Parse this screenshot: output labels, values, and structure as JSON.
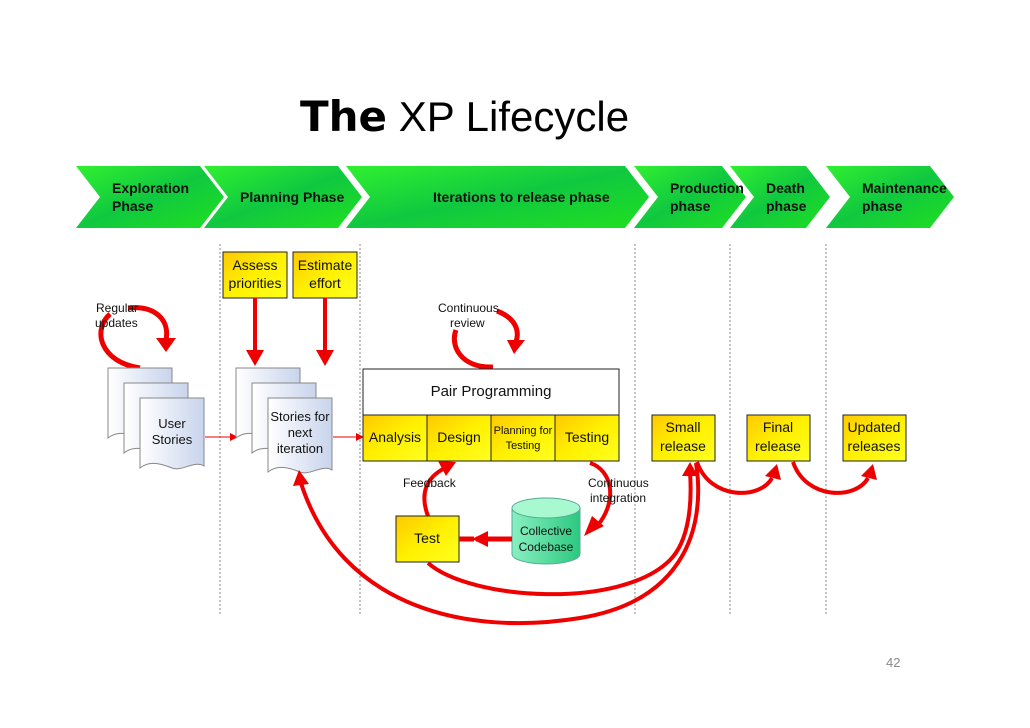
{
  "title": {
    "bold": "The",
    "rest": " XP Lifecycle"
  },
  "page_number": "42",
  "phases": [
    {
      "lines": [
        "Exploration",
        "Phase"
      ]
    },
    {
      "lines": [
        "Planning Phase"
      ]
    },
    {
      "lines": [
        "Iterations to release phase"
      ]
    },
    {
      "lines": [
        "Production",
        "phase"
      ]
    },
    {
      "lines": [
        "Death",
        "phase"
      ]
    },
    {
      "lines": [
        "Maintenance",
        "phase"
      ]
    }
  ],
  "planning": {
    "assess": [
      "Assess",
      "priorities"
    ],
    "estimate": [
      "Estimate",
      "effort"
    ]
  },
  "exploration": {
    "regular_updates": [
      "Regular",
      "updates"
    ],
    "user_stories": [
      "User",
      "Stories"
    ]
  },
  "iteration_stories": [
    "Stories for",
    "next",
    "iteration"
  ],
  "iteration": {
    "continuous_review": [
      "Continuous",
      "review"
    ],
    "pair_programming": "Pair Programming",
    "steps": [
      {
        "lines": [
          "Analysis"
        ]
      },
      {
        "lines": [
          "Design"
        ]
      },
      {
        "lines": [
          "Planning for",
          "Testing"
        ]
      },
      {
        "lines": [
          "Testing"
        ]
      }
    ],
    "feedback": "Feedback",
    "continuous_integration": [
      "Continuous",
      "integration"
    ],
    "test": "Test",
    "codebase": [
      "Collective",
      "Codebase"
    ]
  },
  "releases": {
    "small": [
      "Small",
      "release"
    ],
    "final": [
      "Final",
      "release"
    ],
    "updated": [
      "Updated",
      "releases"
    ]
  },
  "colors": {
    "phase_green": "#22dd22",
    "box_yellow": "#ffee00",
    "arrow_red": "#ee0000",
    "codebase_green": "#66e0a8",
    "doc_blue": "#dde6f4"
  }
}
